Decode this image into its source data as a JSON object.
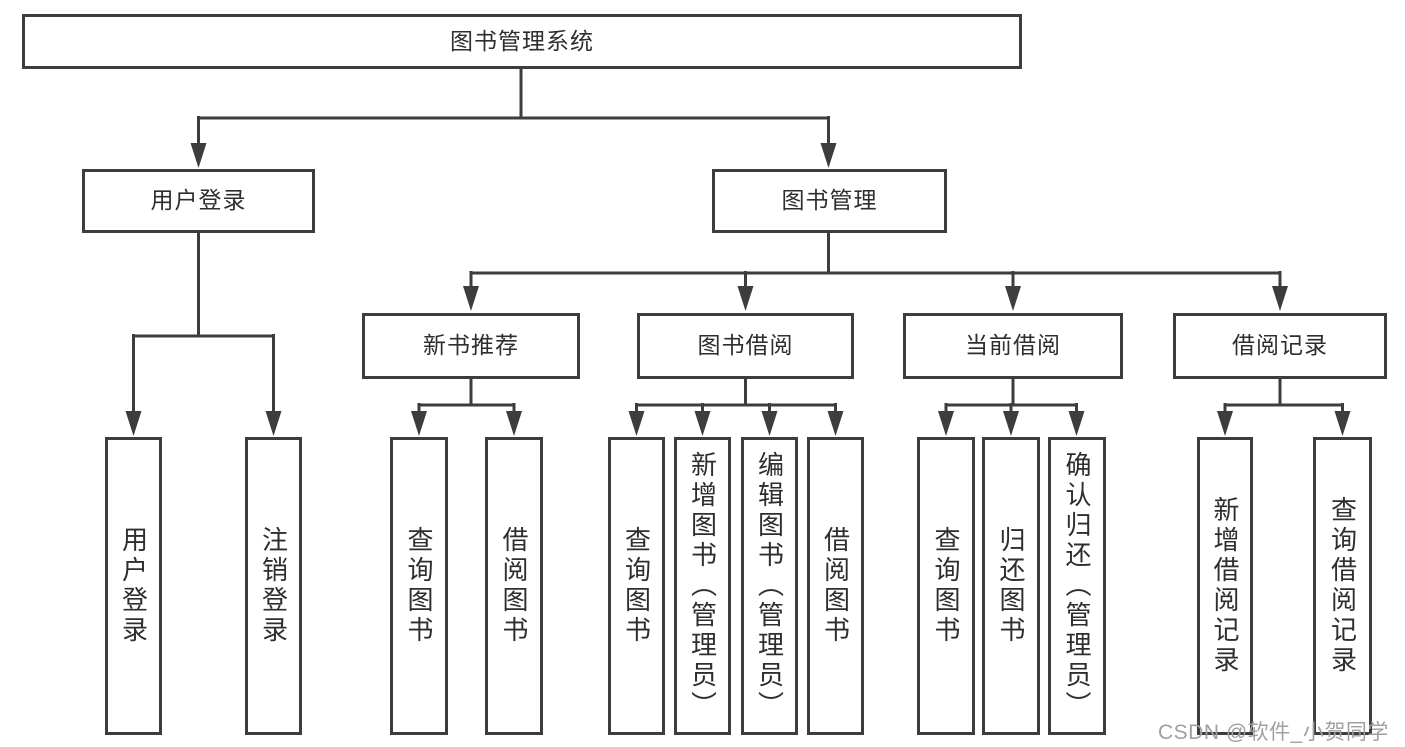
{
  "tree": {
    "label": "图书管理系统",
    "children": [
      {
        "label": "用户登录",
        "children": [
          {
            "label": "用户登录"
          },
          {
            "label": "注销登录"
          }
        ]
      },
      {
        "label": "图书管理",
        "children": [
          {
            "label": "新书推荐",
            "children": [
              {
                "label": "查询图书"
              },
              {
                "label": "借阅图书"
              }
            ]
          },
          {
            "label": "图书借阅",
            "children": [
              {
                "label": "查询图书"
              },
              {
                "label": "新增图书（管理员）"
              },
              {
                "label": "编辑图书（管理员）"
              },
              {
                "label": "借阅图书"
              }
            ]
          },
          {
            "label": "当前借阅",
            "children": [
              {
                "label": "查询图书"
              },
              {
                "label": "归还图书"
              },
              {
                "label": "确认归还（管理员）"
              }
            ]
          },
          {
            "label": "借阅记录",
            "children": [
              {
                "label": "新增借阅记录"
              },
              {
                "label": "查询借阅记录"
              }
            ]
          }
        ]
      }
    ]
  },
  "watermark": "CSDN @软件_小贺同学",
  "colors": {
    "line": "#3d3d3d",
    "text": "#2e2e2e",
    "watermark": "#a0a0a0",
    "background": "#ffffff"
  }
}
